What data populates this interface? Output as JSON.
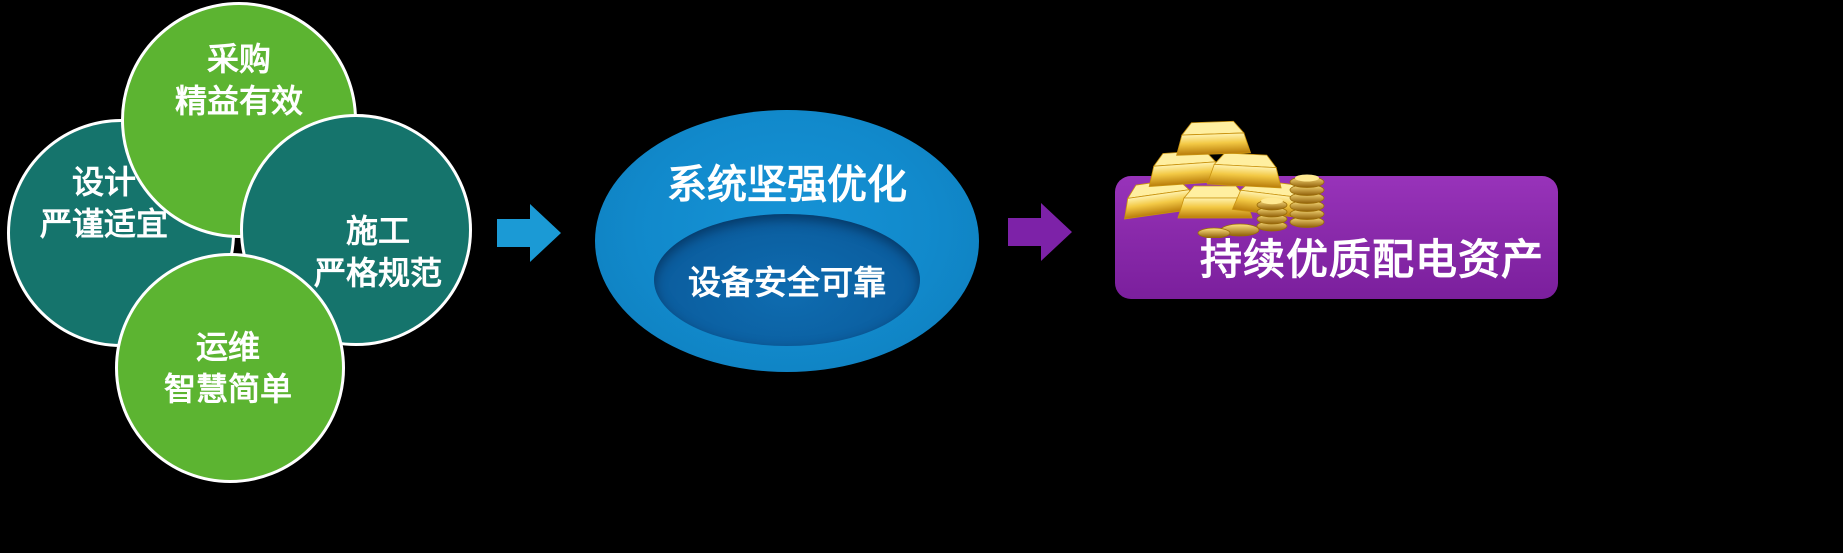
{
  "venn": {
    "procurement": {
      "line1": "采购",
      "line2": "精益有效"
    },
    "design": {
      "line1": "设计",
      "line2": "严谨适宜"
    },
    "construction": {
      "line1": "施工",
      "line2": "严格规范"
    },
    "operations": {
      "line1": "运维",
      "line2": "智慧简单"
    }
  },
  "center": {
    "title": "系统坚强优化",
    "subtitle": "设备安全可靠"
  },
  "result": {
    "label": "持续优质配电资产"
  },
  "icons": {
    "gold_bars": "gold-bars-icon",
    "arrow_blue": "right-arrow-blue-icon",
    "arrow_purple": "right-arrow-purple-icon"
  },
  "colors": {
    "bg": "#000000",
    "green": "#5cb431",
    "teal": "#15746c",
    "ellipse_blue": "#1189cb",
    "ellipse_inner_blue": "#0b5c9d",
    "arrow_blue": "#1b9ad5",
    "card_purple": "#8a2aab",
    "arrow_purple": "#7d22a8",
    "gold": "#e6b422",
    "text_white": "#ffffff"
  }
}
